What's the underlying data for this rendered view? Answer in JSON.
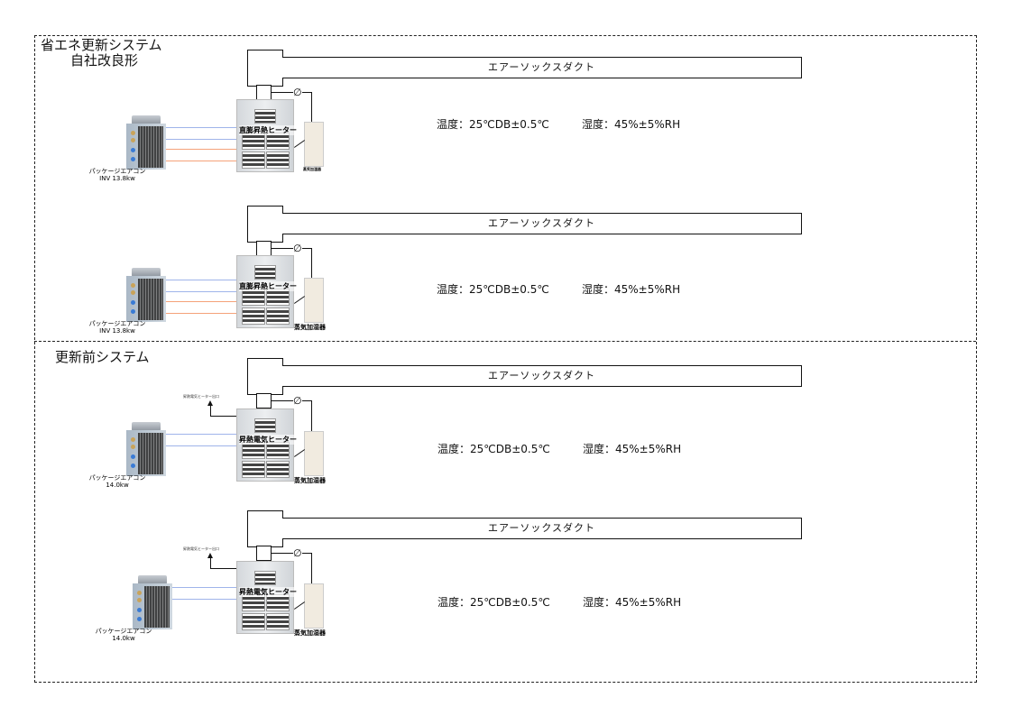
{
  "sections": [
    {
      "title_lines": [
        "省エネ更新システム",
        "自社改良形"
      ]
    },
    {
      "title_lines": [
        "更新前システム"
      ]
    }
  ],
  "units": [
    {
      "duct_label": "エアーソックスダクト",
      "heater_label": "直膨昇熱ヒーター",
      "humidifier_label": "蒸気加湿器",
      "outdoor_label": "パッケージエアコン",
      "outdoor_capacity": "INV 13.8kw",
      "temperature": "温度：25℃DB±0.5℃",
      "humidity": "湿度：45%±5%RH",
      "valve_symbol": "∅",
      "pipes": [
        "blue",
        "blue",
        "orange",
        "orange"
      ]
    },
    {
      "duct_label": "エアーソックスダクト",
      "heater_label": "直膨昇熱ヒーター",
      "humidifier_label": "蒸気加湿器",
      "outdoor_label": "パッケージエアコン",
      "outdoor_capacity": "INV 13.8kw",
      "temperature": "温度：25℃DB±0.5℃",
      "humidity": "湿度：45%±5%RH",
      "valve_symbol": "∅",
      "pipes": [
        "blue",
        "blue",
        "orange",
        "orange"
      ]
    },
    {
      "duct_label": "エアーソックスダクト",
      "heater_label": "昇熱電気ヒーター",
      "humidifier_label": "蒸気加湿器",
      "outdoor_label": "パッケージエアコン",
      "outdoor_capacity": "14.0kw",
      "temperature": "温度：25℃DB±0.5℃",
      "humidity": "湿度：45%±5%RH",
      "valve_symbol": "∅",
      "pipes": [
        "blue",
        "blue"
      ],
      "exhaust_label": "昇熱電気ヒーター出口"
    },
    {
      "duct_label": "エアーソックスダクト",
      "heater_label": "昇熱電気ヒーター",
      "humidifier_label": "蒸気加湿器",
      "outdoor_label": "パッケージエアコン",
      "outdoor_capacity": "14.0kw",
      "temperature": "温度：25℃DB±0.5℃",
      "humidity": "湿度：45%±5%RH",
      "valve_symbol": "∅",
      "pipes": [
        "blue",
        "blue"
      ],
      "exhaust_label": "昇熱電気ヒーター出口"
    }
  ],
  "colors": {
    "pipe_blue": "#9fb4ea",
    "pipe_orange": "#f5a27a",
    "frame": "#222222"
  }
}
